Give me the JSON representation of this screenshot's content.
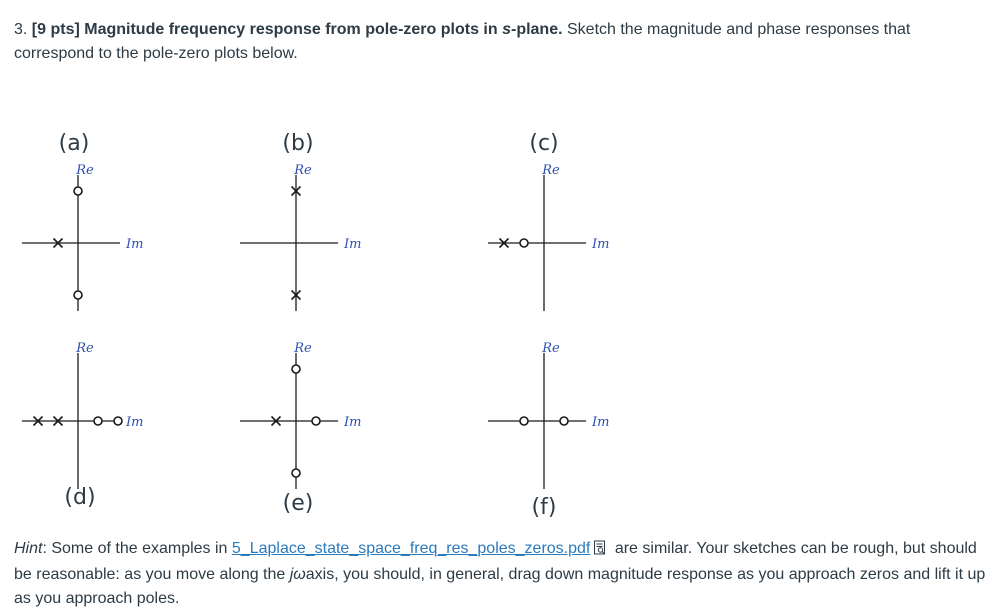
{
  "question": {
    "number": "3.",
    "points": "[9 pts]",
    "title": "Magnitude frequency response from pole-zero plots in ",
    "title_var": "s",
    "title_end": "-plane.",
    "body": " Sketch the magnitude and phase responses that correspond to the pole-zero plots  below."
  },
  "axis_labels": {
    "re": "Re",
    "im": "Im"
  },
  "plots": [
    {
      "label": "(a)",
      "zeros": [
        [
          0,
          1
        ],
        [
          0,
          -1
        ]
      ],
      "poles": [
        [
          -1,
          0
        ]
      ]
    },
    {
      "label": "(b)",
      "zeros": [],
      "poles": [
        [
          0,
          1
        ],
        [
          0,
          -1
        ]
      ]
    },
    {
      "label": "(c)",
      "zeros": [
        [
          -1,
          0
        ]
      ],
      "poles": [
        [
          -2,
          0
        ]
      ]
    },
    {
      "label": "(d)",
      "zeros": [
        [
          1,
          0
        ],
        [
          2,
          0
        ]
      ],
      "poles": [
        [
          -2,
          0
        ],
        [
          -1,
          0
        ]
      ]
    },
    {
      "label": "(e)",
      "zeros": [
        [
          0,
          1
        ],
        [
          0,
          -1
        ],
        [
          1,
          0
        ]
      ],
      "poles": [
        [
          -1,
          0
        ]
      ]
    },
    {
      "label": "(f)",
      "zeros": [
        [
          -1,
          0
        ],
        [
          1,
          0
        ]
      ],
      "poles": []
    }
  ],
  "hint": {
    "prefix": "Hint",
    "text1": ": Some of the examples in ",
    "link": "5_Laplace_state_space_freq_res_poles_zeros.pdf",
    "icon": "document-preview-icon",
    "text2": " are similar. Your sketches can be rough, but should be reasonable: as you move along the ",
    "jw": "jω",
    "text3": "axis, you should, in general, drag down magnitude response as you approach zeros and lift it up as you approach poles."
  }
}
